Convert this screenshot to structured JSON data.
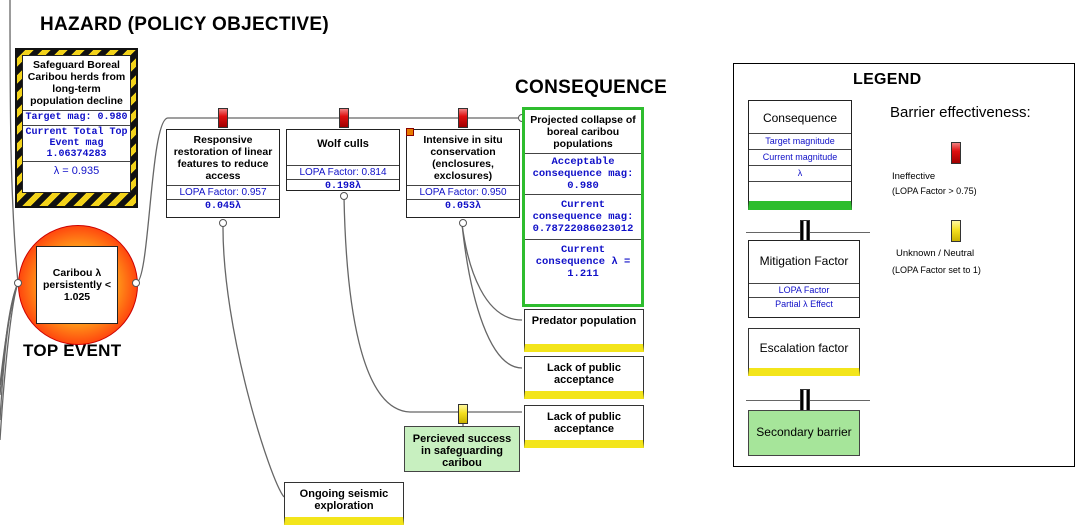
{
  "hazard": {
    "heading": "HAZARD  (POLICY  OBJECTIVE)",
    "title": "Safeguard Boreal Caribou herds from long-term population decline",
    "target_mag": "Target mag: 0.980",
    "current_total": "Current Total Top Event mag 1.06374283",
    "lambda": "λ = 0.935"
  },
  "top_event": {
    "label": "Caribou λ persistently < 1.025",
    "heading": "TOP EVENT"
  },
  "barriers": [
    {
      "title": "Responsive restoration of linear features to reduce access",
      "lopa": "LOPA Factor: 0.957",
      "effect": "0.045λ"
    },
    {
      "title": "Wolf culls",
      "lopa": "LOPA Factor: 0.814",
      "effect": "0.198λ"
    },
    {
      "title": "Intensive in situ conservation (enclosures, exclosures)",
      "lopa": "LOPA Factor: 0.950",
      "effect": "0.053λ"
    }
  ],
  "consequence": {
    "heading": "CONSEQUENCE",
    "title": "Projected collapse of boreal caribou populations",
    "acceptable": "Acceptable consequence mag: 0.980",
    "current_mag": "Current consequence mag: 0.78722086023012",
    "current_lambda": "Current consequence λ = 1.211"
  },
  "escalation_factors": [
    {
      "label": "Predator population"
    },
    {
      "label": "Lack of public acceptance"
    },
    {
      "label": "Lack of public acceptance"
    },
    {
      "label": "Ongoing seismic exploration"
    }
  ],
  "secondary_barrier": {
    "label": "Percieved success in safeguarding caribou"
  },
  "legend": {
    "heading": "LEGEND",
    "consequence": "Consequence",
    "target_magnitude": "Target magnitude",
    "current_magnitude": "Current magnitude",
    "lambda": "λ",
    "barrier_effectiveness": "Barrier effectiveness:",
    "ineffective": "Ineffective",
    "ineffective_note": "(LOPA Factor > 0.75)",
    "unknown": "Unknown / Neutral",
    "unknown_note": "(LOPA Factor set to 1)",
    "mitigation_factor": "Mitigation Factor",
    "lopa_factor": "LOPA Factor",
    "partial_effect": "Partial  λ Effect",
    "escalation_factor": "Escalation factor",
    "secondary_barrier": "Secondary barrier"
  }
}
